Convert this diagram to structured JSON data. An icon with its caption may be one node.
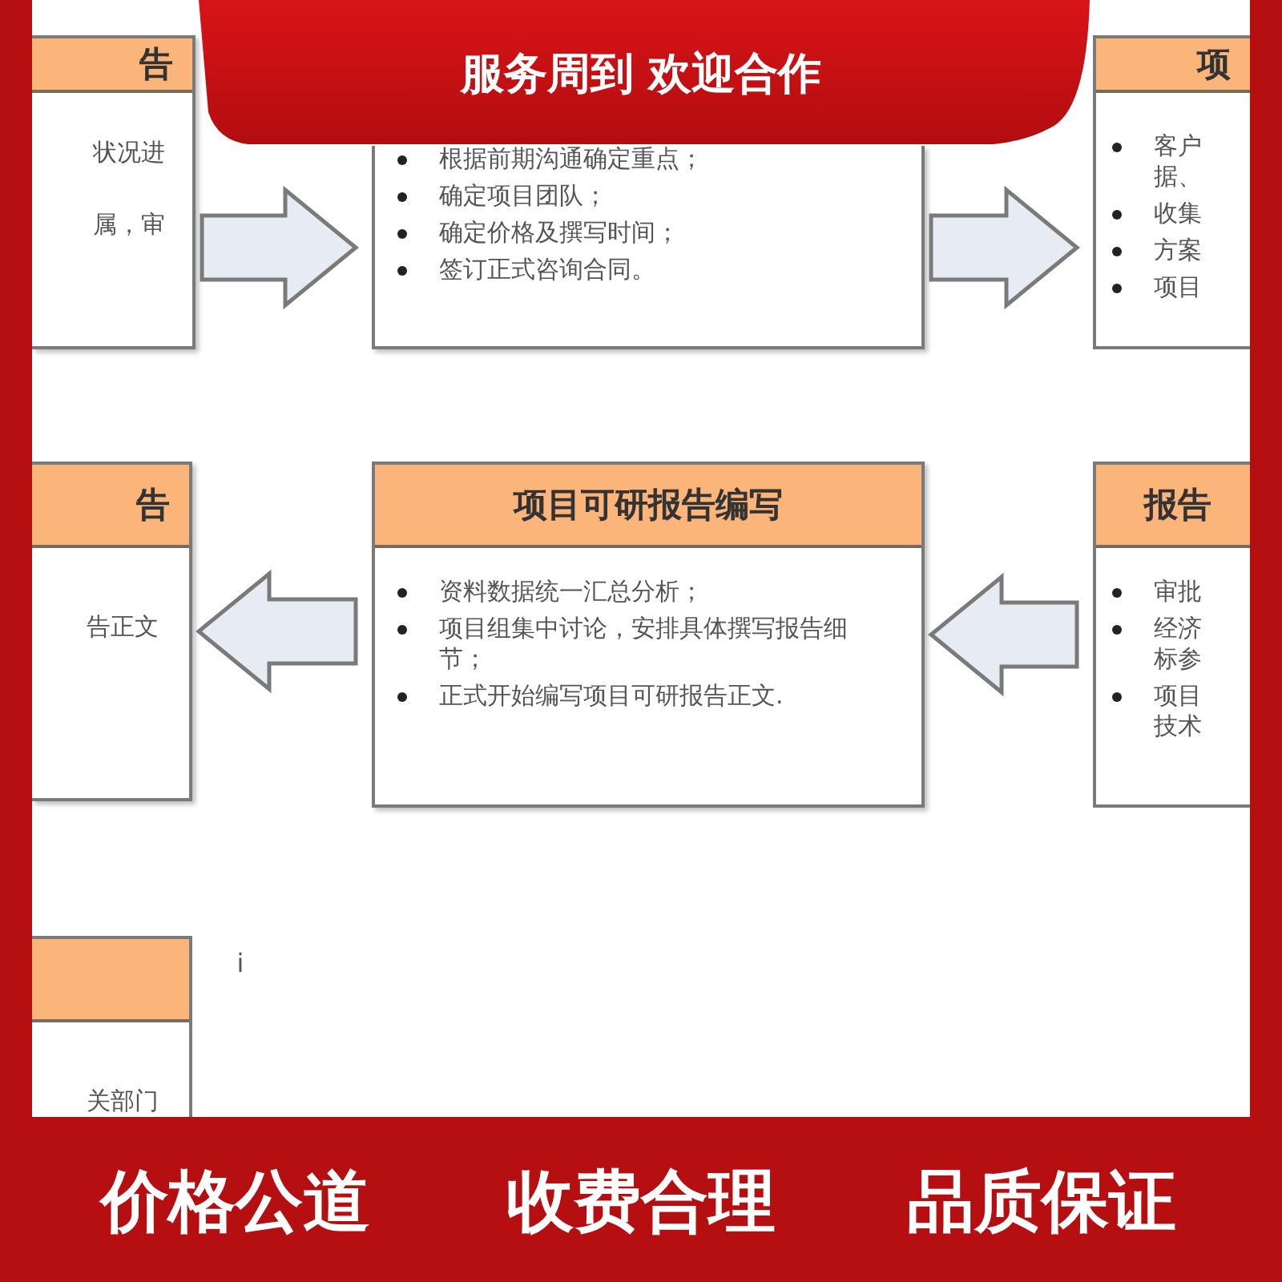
{
  "diagram": {
    "nodes": [
      {
        "text": [
          "告",
          "状况进",
          "属，审"
        ]
      },
      {
        "text": [
          "根据前期沟通确定重点；",
          "确定项目团队；",
          "确定价格及撰写时间；",
          "签订正式咨询合同。"
        ]
      },
      {
        "text": [
          "项",
          "客户据、",
          "收集",
          "方案",
          "项目"
        ]
      },
      {
        "text": [
          "告",
          "告正文"
        ]
      },
      {
        "text": [
          "项目可研报告编写",
          "资料数据统一汇总分析；",
          "项目组集中讨论，安排具体撰写报告细节；",
          "正式开始编写项目可研报告正文."
        ]
      },
      {
        "text": [
          "报告",
          "审批",
          "经济标参",
          "项目技术"
        ]
      },
      {
        "text": [
          "关部门"
        ]
      }
    ],
    "edges": [
      {
        "from": 0,
        "to": 1,
        "arrow": "to"
      },
      {
        "from": 1,
        "to": 2,
        "arrow": "to"
      },
      {
        "from": 5,
        "to": 4,
        "arrow": "to"
      },
      {
        "from": 4,
        "to": 3,
        "arrow": "to"
      }
    ],
    "labels": [
      "服务周到 欢迎合作",
      "i",
      "价格公道",
      "收费合理",
      "品质保证"
    ]
  }
}
